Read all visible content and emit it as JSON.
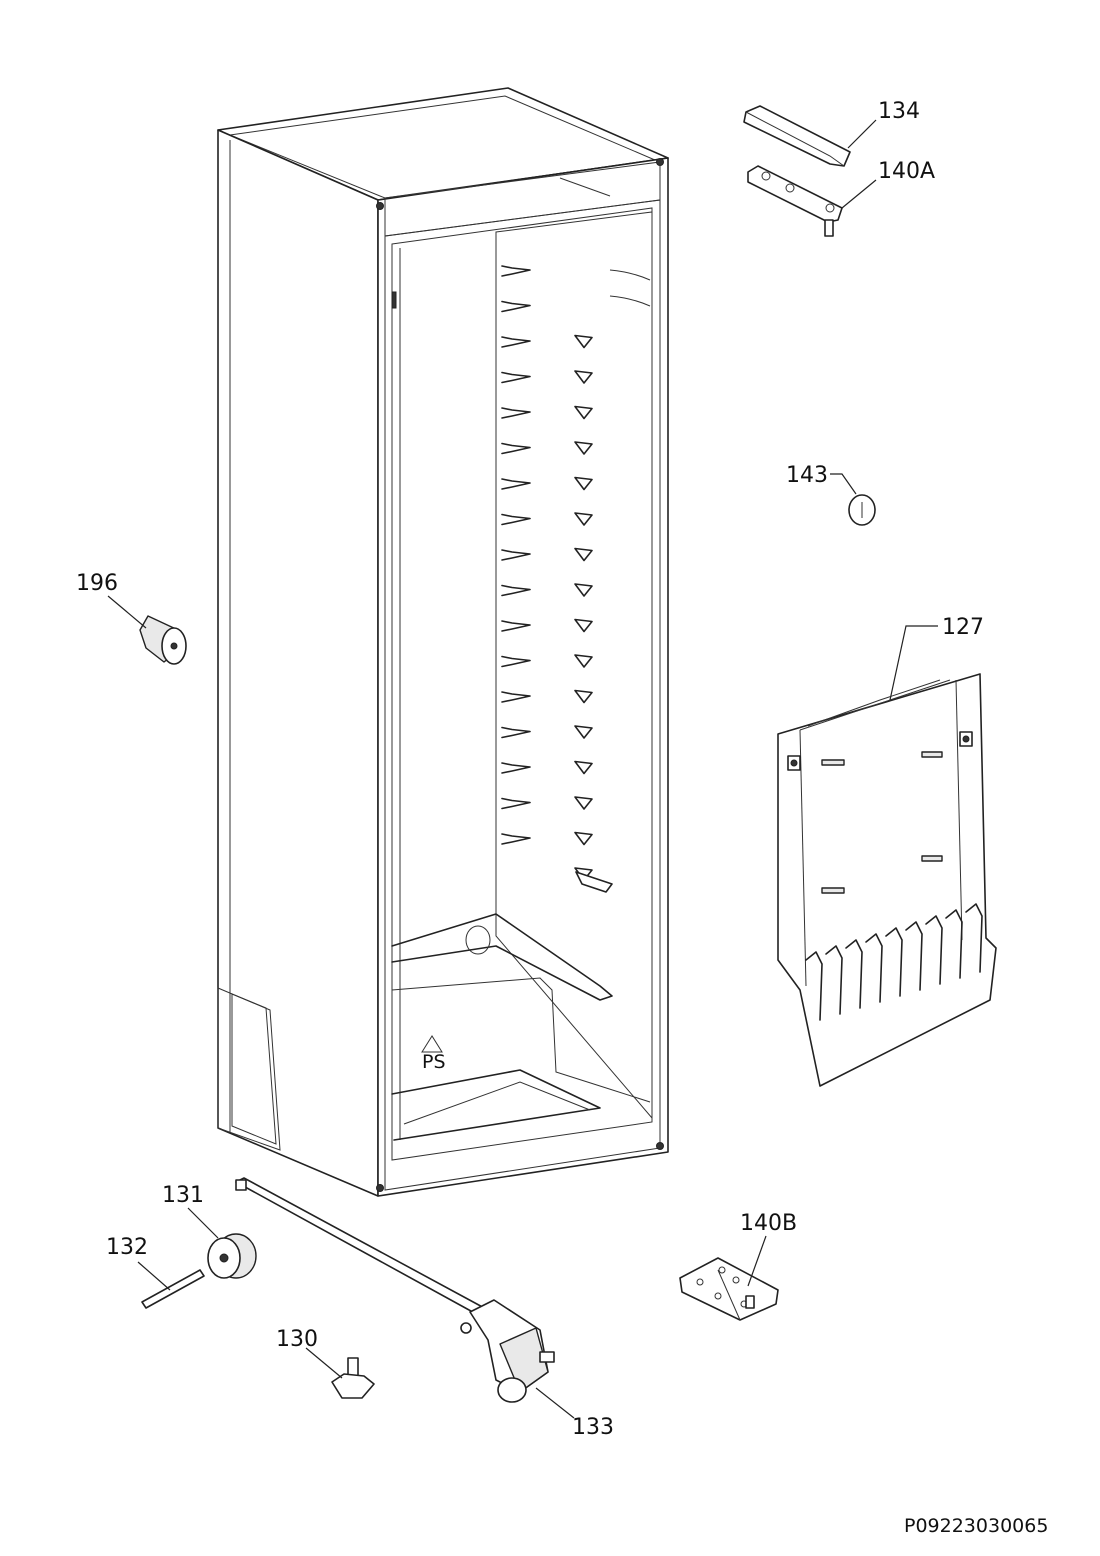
{
  "parts": [
    {
      "id": "134"
    },
    {
      "id": "140A"
    },
    {
      "id": "143"
    },
    {
      "id": "196"
    },
    {
      "id": "127"
    },
    {
      "id": "131"
    },
    {
      "id": "132"
    },
    {
      "id": "130"
    },
    {
      "id": "133"
    },
    {
      "id": "140B"
    }
  ],
  "document_code": "P09223030065",
  "cabinet": {
    "recycling_mark": "PS"
  }
}
